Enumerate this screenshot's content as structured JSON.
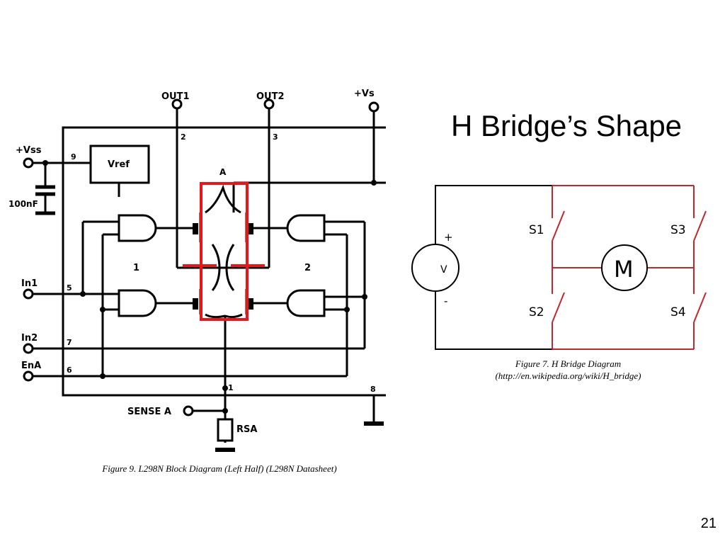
{
  "slide": {
    "title": "H Bridge’s Shape",
    "page_number": "21"
  },
  "figure_left": {
    "caption": "Figure 9. L298N Block Diagram (Left Half) (L298N Datasheet)",
    "labels": {
      "out1": "OUT1",
      "out2": "OUT2",
      "vs": "+Vs",
      "vss": "+Vss",
      "vref": "Vref",
      "cap": "100nF",
      "node_a": "A",
      "in1": "In1",
      "in2": "In2",
      "ena": "EnA",
      "sense": "SENSE A",
      "rsa": "RSA",
      "pin1": "1",
      "pin2": "2",
      "pin3": "3",
      "pin5": "5",
      "pin6": "6",
      "pin7": "7",
      "pin8": "8",
      "pin9": "9",
      "bridge1": "1",
      "bridge2": "2"
    },
    "highlight_color": "#e8161b"
  },
  "figure_right": {
    "caption_line1": "Figure 7. H Bridge Diagram",
    "caption_line2": "(http://en.wikipedia.org/wiki/H_bridge)",
    "labels": {
      "s1": "S1",
      "s2": "S2",
      "s3": "S3",
      "s4": "S4",
      "motor": "M",
      "source": "V",
      "plus": "+",
      "minus": "-"
    },
    "wire_color": "#c0282d",
    "source_wire_color": "#000000"
  }
}
